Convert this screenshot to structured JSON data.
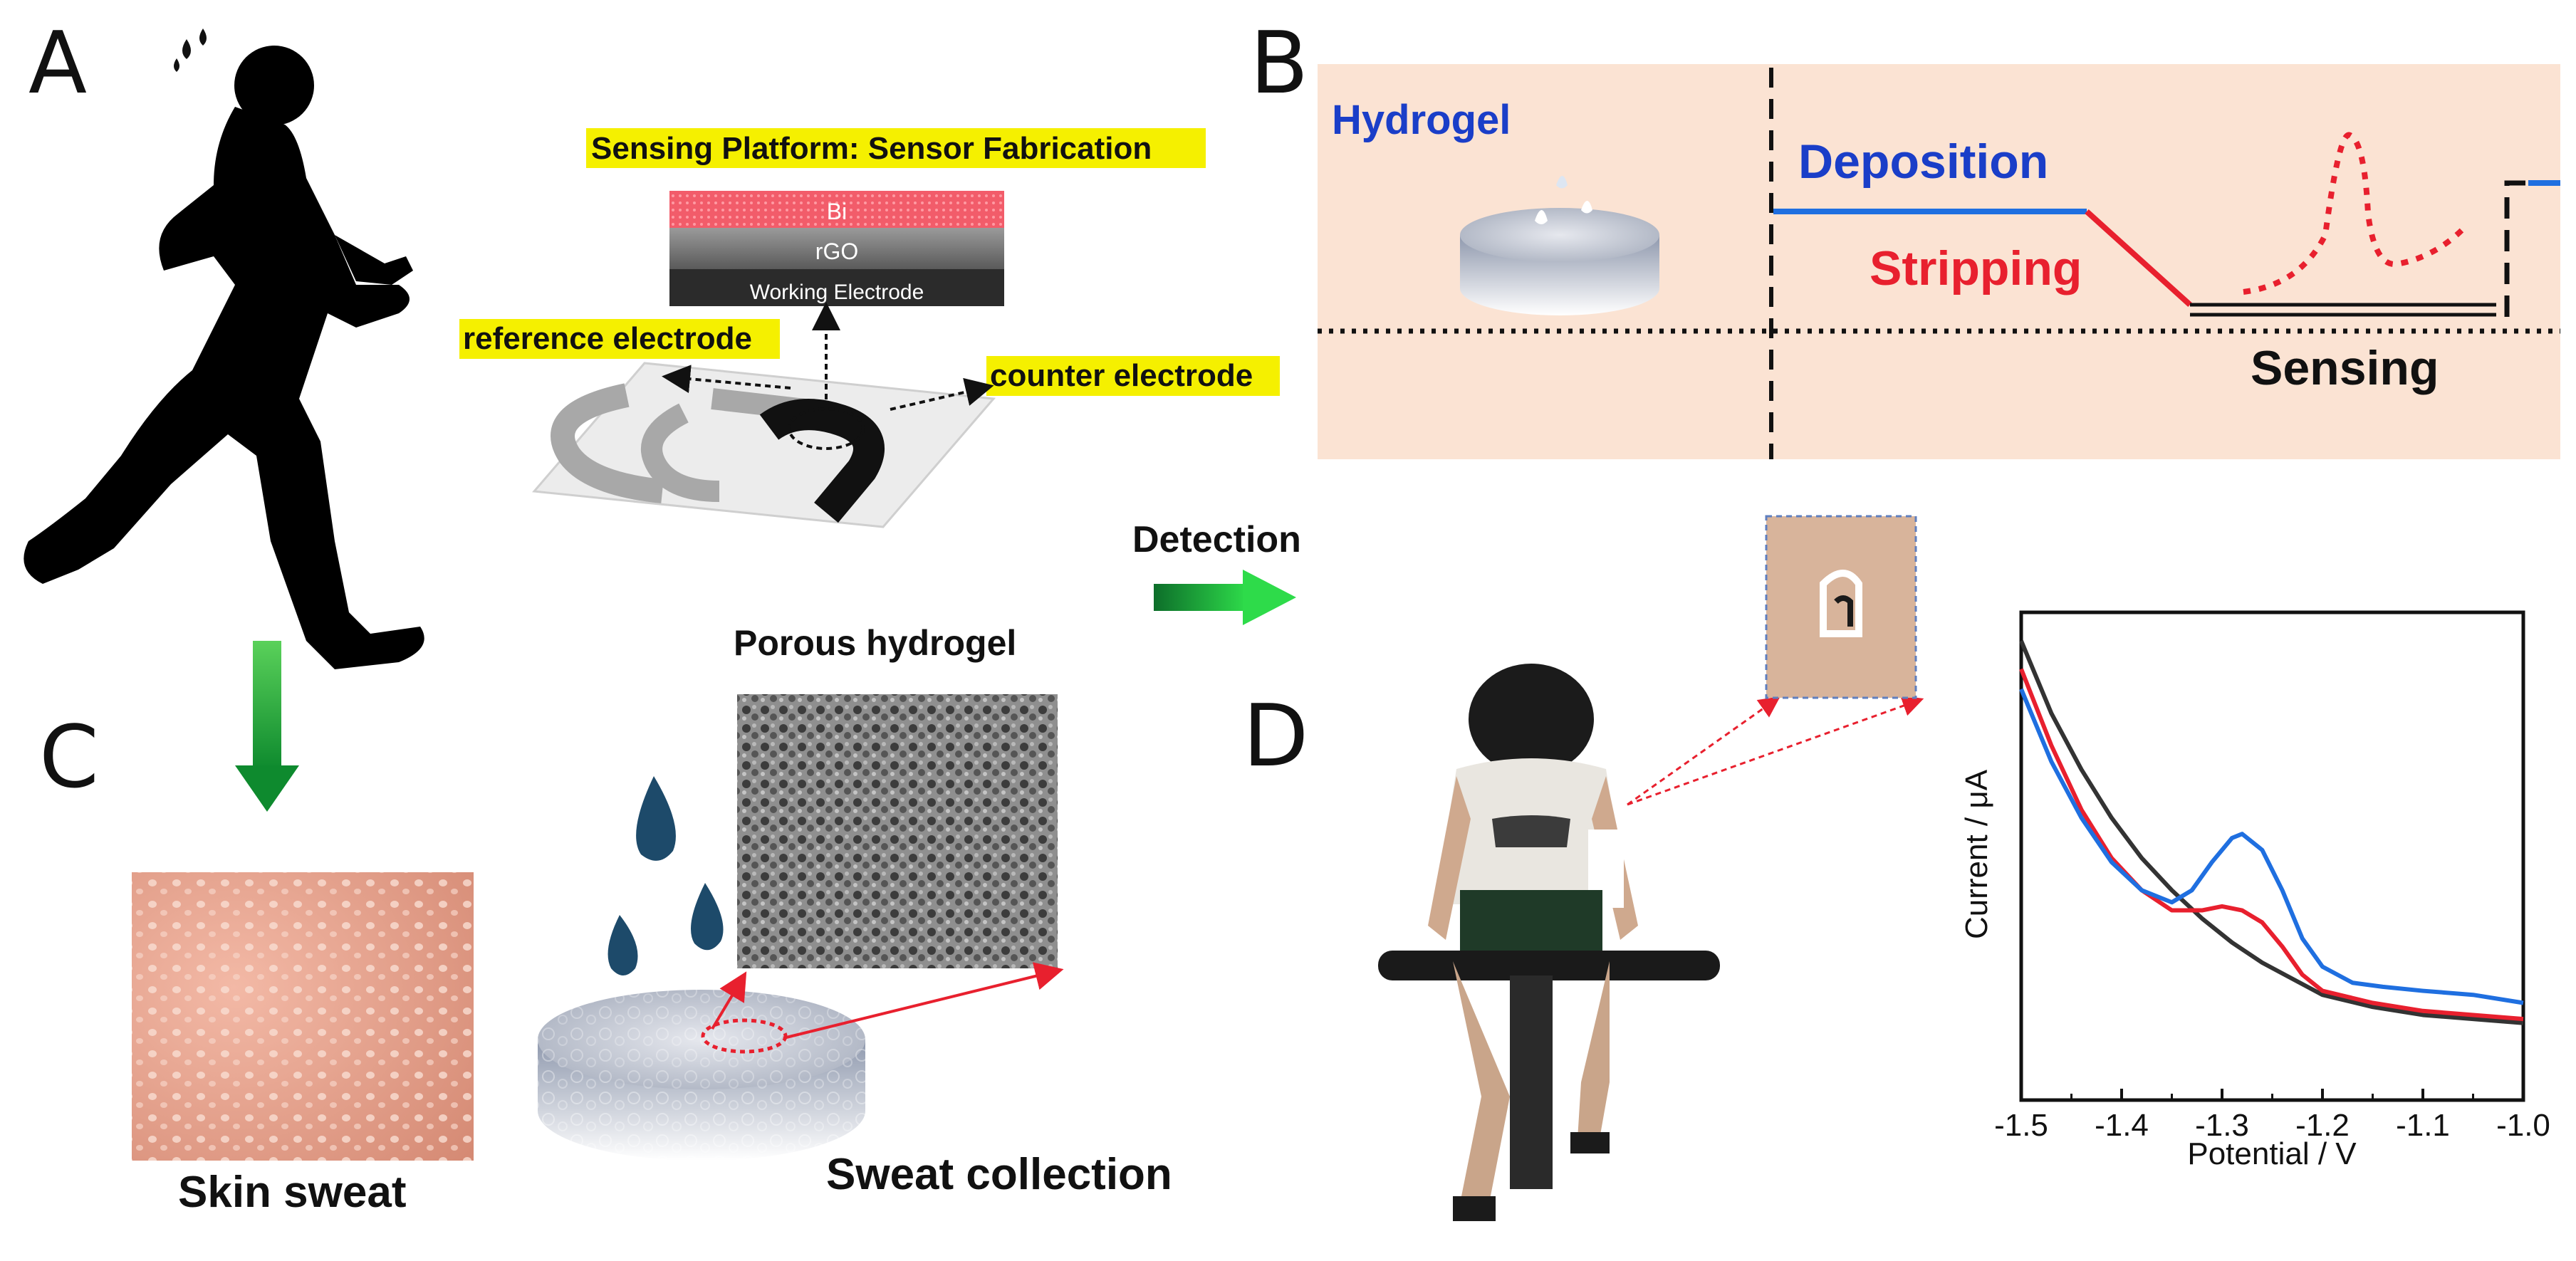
{
  "panels": {
    "a": "A",
    "b": "B",
    "c": "C",
    "d": "D"
  },
  "panel_a": {
    "platform_title": "Sensing Platform: Sensor Fabrication",
    "layer_bi": "Bi",
    "layer_rgo": "rGO",
    "layer_we": "Working Electrode",
    "reference_label": "reference electrode",
    "counter_label": "counter electrode",
    "highlight_color": "#f5f000"
  },
  "panel_b": {
    "hydrogel": "Hydrogel",
    "deposition": "Deposition",
    "stripping": "Stripping",
    "sensing": "Sensing",
    "background": "#fbe3d3",
    "deposition_color": "#1a3ec8",
    "stripping_color": "#e8202e"
  },
  "flow": {
    "detection": "Detection"
  },
  "panel_c": {
    "porous_hydrogel": "Porous hydrogel",
    "skin_sweat": "Skin sweat",
    "sweat_collection": "Sweat collection"
  },
  "chart_data": {
    "type": "line",
    "xlabel": "Potential / V",
    "ylabel": "Current / μA",
    "xlim": [
      -1.5,
      -1.0
    ],
    "xticks": [
      "-1.5",
      "-1.4",
      "-1.3",
      "-1.2",
      "-1.1",
      "-1.0"
    ],
    "yticks_shown": false,
    "series": [
      {
        "color": "#333333",
        "x": [
          -1.5,
          -1.47,
          -1.44,
          -1.41,
          -1.38,
          -1.35,
          -1.32,
          -1.29,
          -1.26,
          -1.23,
          -1.2,
          -1.15,
          -1.1,
          -1.05,
          -1.0
        ],
        "y": [
          1.0,
          0.82,
          0.68,
          0.56,
          0.46,
          0.38,
          0.31,
          0.25,
          0.2,
          0.16,
          0.12,
          0.09,
          0.07,
          0.06,
          0.05
        ]
      },
      {
        "color": "#e8202e",
        "x": [
          -1.5,
          -1.47,
          -1.44,
          -1.41,
          -1.38,
          -1.35,
          -1.32,
          -1.3,
          -1.28,
          -1.26,
          -1.24,
          -1.22,
          -1.2,
          -1.15,
          -1.1,
          -1.05,
          -1.0
        ],
        "y": [
          0.93,
          0.74,
          0.58,
          0.46,
          0.38,
          0.33,
          0.33,
          0.34,
          0.33,
          0.3,
          0.24,
          0.17,
          0.13,
          0.1,
          0.08,
          0.07,
          0.06
        ]
      },
      {
        "color": "#1f6fe0",
        "x": [
          -1.5,
          -1.47,
          -1.44,
          -1.41,
          -1.38,
          -1.35,
          -1.33,
          -1.31,
          -1.29,
          -1.28,
          -1.26,
          -1.24,
          -1.22,
          -1.2,
          -1.17,
          -1.14,
          -1.1,
          -1.05,
          -1.0
        ],
        "y": [
          0.88,
          0.7,
          0.56,
          0.45,
          0.38,
          0.35,
          0.38,
          0.45,
          0.51,
          0.52,
          0.48,
          0.38,
          0.26,
          0.19,
          0.15,
          0.14,
          0.13,
          0.12,
          0.1
        ]
      }
    ]
  }
}
